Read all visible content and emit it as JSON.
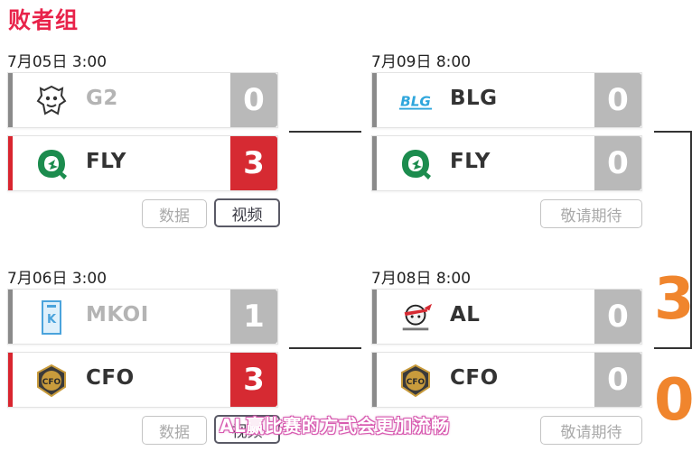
{
  "section_title": "败者组",
  "matches": [
    {
      "time": "7月05日 3:00",
      "teams": [
        {
          "name": "G2",
          "score": "0",
          "state": "loser",
          "logo": "g2-logo-icon"
        },
        {
          "name": "FLY",
          "score": "3",
          "state": "winner",
          "logo": "fly-logo-icon"
        }
      ],
      "buttons": [
        "数据",
        "视频"
      ]
    },
    {
      "time": "7月09日 8:00",
      "teams": [
        {
          "name": "BLG",
          "score": "0",
          "state": "neutral",
          "logo": "blg-logo-icon"
        },
        {
          "name": "FLY",
          "score": "0",
          "state": "neutral",
          "logo": "fly-logo-icon"
        }
      ],
      "buttons": [
        "敬请期待"
      ]
    },
    {
      "time": "7月06日 3:00",
      "teams": [
        {
          "name": "MKOI",
          "score": "1",
          "state": "loser",
          "logo": "mkoi-logo-icon"
        },
        {
          "name": "CFO",
          "score": "3",
          "state": "winner",
          "logo": "cfo-logo-icon"
        }
      ],
      "buttons": [
        "数据",
        "视频"
      ]
    },
    {
      "time": "7月08日 8:00",
      "teams": [
        {
          "name": "AL",
          "score": "0",
          "state": "neutral",
          "logo": "al-logo-icon"
        },
        {
          "name": "CFO",
          "score": "0",
          "state": "neutral",
          "logo": "cfo-logo-icon"
        }
      ],
      "buttons": [
        "敬请期待"
      ]
    }
  ],
  "series_score": {
    "top": "3",
    "bottom": "0"
  },
  "subtitle": "AL赢比赛的方式会更加流畅",
  "colors": {
    "title": "#e8234a",
    "winner": "#d62a32",
    "loser": "#b9b9b9",
    "series": "#f0852d"
  }
}
